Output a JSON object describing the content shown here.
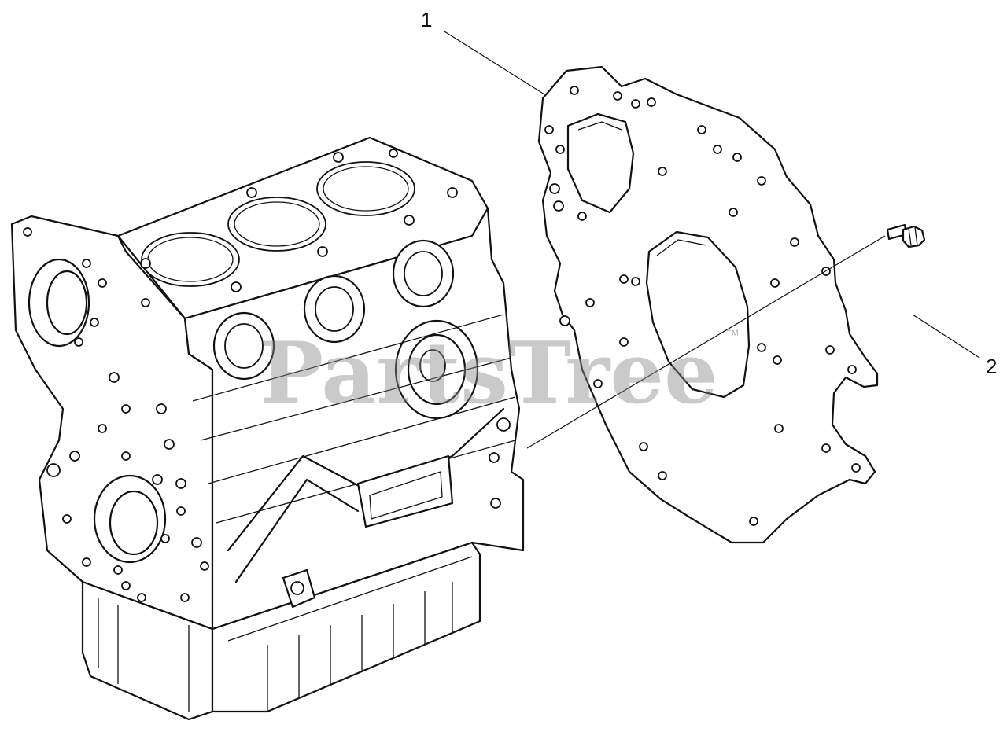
{
  "callouts": {
    "part_1": "1",
    "part_2": "2"
  },
  "watermark": {
    "text": "PartsTree",
    "trademark": "™"
  }
}
